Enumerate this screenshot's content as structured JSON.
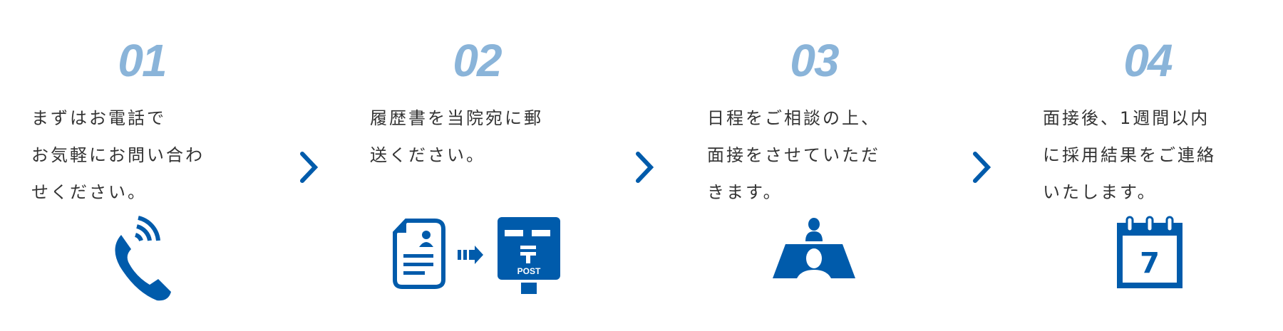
{
  "steps": [
    {
      "number": "01",
      "lines": [
        "まずはお電話で",
        "お気軽にお問い合わ",
        "せください。"
      ],
      "icon": "phone-icon"
    },
    {
      "number": "02",
      "lines": [
        "履歴書を当院宛に郵",
        "送ください。"
      ],
      "icon": "resume-to-post-icon",
      "post_label": "POST"
    },
    {
      "number": "03",
      "lines": [
        "日程をご相談の上、",
        "面接をさせていただ",
        "きます。"
      ],
      "icon": "interview-icon"
    },
    {
      "number": "04",
      "lines": [
        "面接後、1週間以内",
        "に採用結果をご連絡",
        "いたします。"
      ],
      "icon": "calendar-icon",
      "calendar_day": "7"
    }
  ],
  "colors": {
    "number": "#8ab4d9",
    "accent": "#005bab",
    "text": "#333333"
  }
}
